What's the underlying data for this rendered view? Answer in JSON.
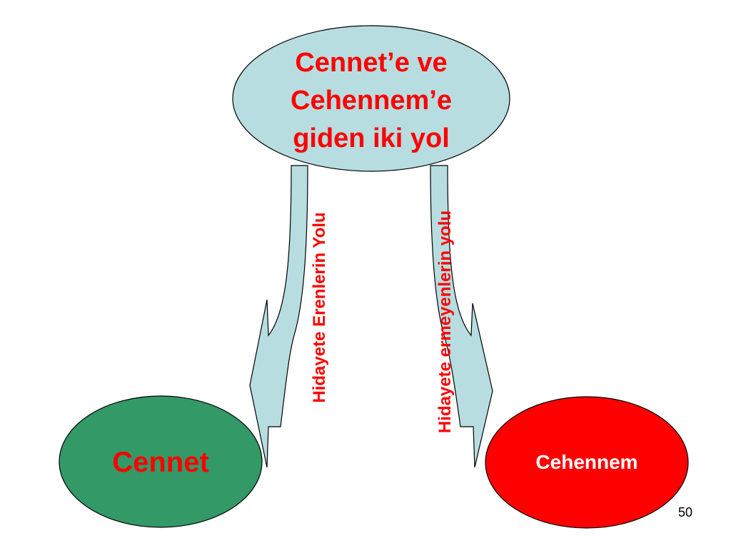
{
  "diagram": {
    "top_node": {
      "label": "Cennet’e ve Cehennem’e giden iki yol",
      "fill": "#b7dde0"
    },
    "left_node": {
      "label": "Cennet",
      "fill": "#339966"
    },
    "right_node": {
      "label": "Cehennem",
      "fill": "#ff0000"
    },
    "left_path": {
      "label": "Hidayete Erenlerin Yolu",
      "fill": "#b7dde0"
    },
    "right_path": {
      "label": "Hidayete ermeyenlerin yolu",
      "fill": "#b7dde0"
    },
    "text_color": "#ff0000"
  },
  "slide": {
    "page_number": "50"
  }
}
